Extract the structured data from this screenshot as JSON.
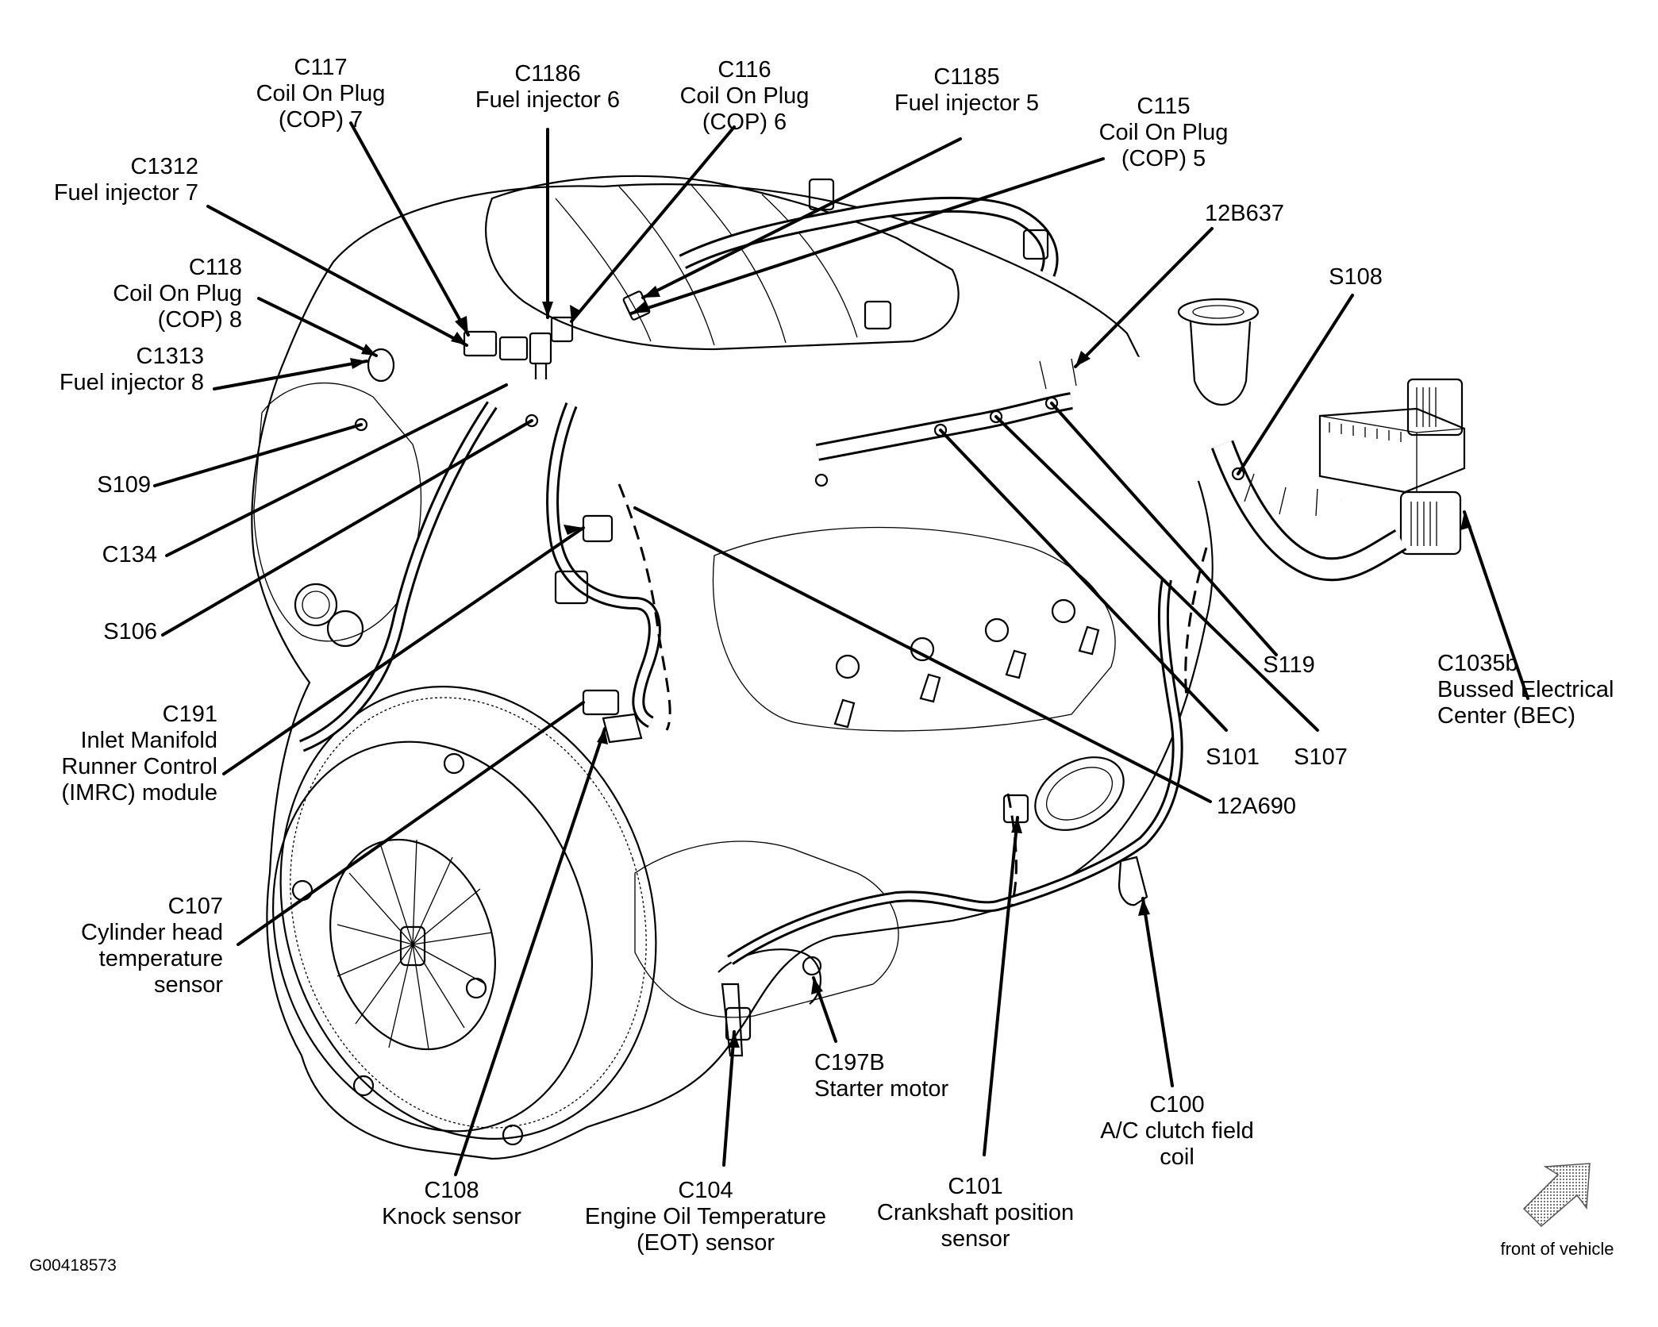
{
  "figure": {
    "id": "G00418573",
    "orientation_label": "front of vehicle",
    "orientation_icon": "front-arrow-icon"
  },
  "callouts": [
    {
      "key": "c117",
      "lines": [
        "C117",
        "Coil On Plug",
        "(COP) 7"
      ]
    },
    {
      "key": "c1186",
      "lines": [
        "C1186",
        "Fuel injector 6"
      ]
    },
    {
      "key": "c116",
      "lines": [
        "C116",
        "Coil On Plug",
        "(COP) 6"
      ]
    },
    {
      "key": "c1185",
      "lines": [
        "C1185",
        "Fuel injector 5"
      ]
    },
    {
      "key": "c115",
      "lines": [
        "C115",
        "Coil On Plug",
        "(COP) 5"
      ]
    },
    {
      "key": "c1312",
      "lines": [
        "C1312",
        "Fuel injector 7"
      ]
    },
    {
      "key": "c118",
      "lines": [
        "C118",
        "Coil On Plug",
        "(COP) 8"
      ]
    },
    {
      "key": "c1313",
      "lines": [
        "C1313",
        "Fuel injector 8"
      ]
    },
    {
      "key": "12b637",
      "lines": [
        "12B637"
      ]
    },
    {
      "key": "s108",
      "lines": [
        "S108"
      ]
    },
    {
      "key": "s109",
      "lines": [
        "S109"
      ]
    },
    {
      "key": "c134",
      "lines": [
        "C134"
      ]
    },
    {
      "key": "s106",
      "lines": [
        "S106"
      ]
    },
    {
      "key": "c191",
      "lines": [
        "C191",
        "Inlet Manifold",
        "Runner Control",
        "(IMRC) module"
      ]
    },
    {
      "key": "c107",
      "lines": [
        "C107",
        "Cylinder head",
        "temperature",
        "sensor"
      ]
    },
    {
      "key": "c1035b",
      "lines": [
        "C1035b",
        "Bussed Electrical",
        "Center (BEC)"
      ]
    },
    {
      "key": "s119",
      "lines": [
        "S119"
      ]
    },
    {
      "key": "s101",
      "lines": [
        "S101"
      ]
    },
    {
      "key": "s107",
      "lines": [
        "S107"
      ]
    },
    {
      "key": "12a690",
      "lines": [
        "12A690"
      ]
    },
    {
      "key": "c100",
      "lines": [
        "C100",
        "A/C clutch field",
        "coil"
      ]
    },
    {
      "key": "c197b",
      "lines": [
        "C197B",
        "Starter motor"
      ]
    },
    {
      "key": "c108",
      "lines": [
        "C108",
        "Knock sensor"
      ]
    },
    {
      "key": "c104",
      "lines": [
        "C104",
        "Engine Oil Temperature",
        "(EOT) sensor"
      ]
    },
    {
      "key": "c101",
      "lines": [
        "C101",
        "Crankshaft position",
        "sensor"
      ]
    }
  ],
  "colors": {
    "ink": "#000000",
    "background": "#ffffff",
    "arrow_fill": "#bdbdbd"
  }
}
